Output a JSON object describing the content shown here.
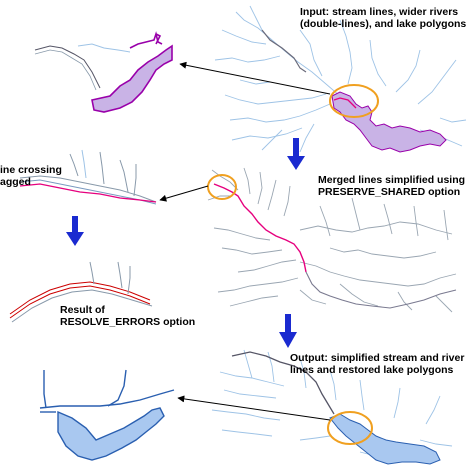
{
  "labels": {
    "input": [
      "Input: stream lines, wider rivers",
      "(double-lines), and lake polygons"
    ],
    "merged": [
      "Merged lines simplified using",
      "PRESERVE_SHARED option"
    ],
    "crossing": [
      "ine crossing",
      "agged"
    ],
    "result": [
      "Result of",
      "RESOLVE_ERRORS option"
    ],
    "output": [
      "Output: simplified stream and river",
      "lines and restored lake polygons"
    ]
  },
  "colors": {
    "stream": "#9ec3e6",
    "stream_dark": "#6f8fb0",
    "river_dark": "#555566",
    "lake_fill": "#c9b3e6",
    "lake_stroke": "#9900aa",
    "highlight": "#e6007e",
    "ellipse": "#f0a020",
    "arrow_blue": "#1a2ad0",
    "result_red": "#cc0000",
    "output_lake_fill": "#a9c8f0",
    "output_line": "#2a5fb0"
  }
}
